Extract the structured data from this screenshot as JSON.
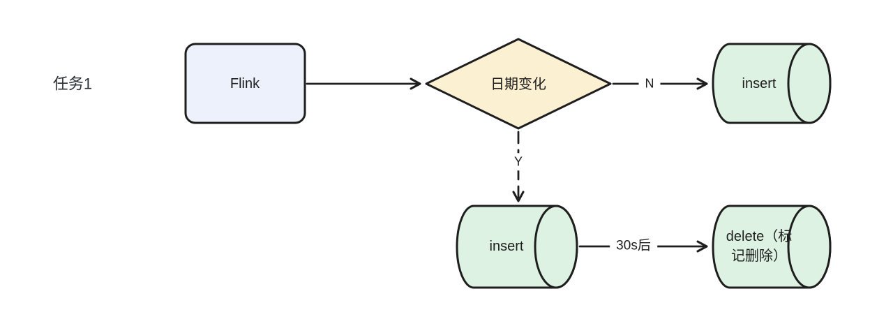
{
  "diagram": {
    "task_label": "任务1",
    "nodes": {
      "flink": {
        "label": "Flink",
        "fill": "#edf1fb",
        "shape": "rectangle"
      },
      "decision": {
        "label": "日期变化",
        "fill": "#fbf0d1",
        "shape": "diamond"
      },
      "insert_top": {
        "label": "insert",
        "fill": "#ddf2e2",
        "shape": "cylinder"
      },
      "insert_bottom": {
        "label": "insert",
        "fill": "#ddf2e2",
        "shape": "cylinder"
      },
      "delete": {
        "label": "delete（标\n记删除）",
        "fill": "#ddf2e2",
        "shape": "cylinder"
      }
    },
    "edges": {
      "no_label": "N",
      "yes_label": "Y",
      "delay_label": "30s后"
    },
    "colors": {
      "stroke": "#1e1e1e",
      "background": "#ffffff",
      "text": "#1e1e1e"
    }
  }
}
